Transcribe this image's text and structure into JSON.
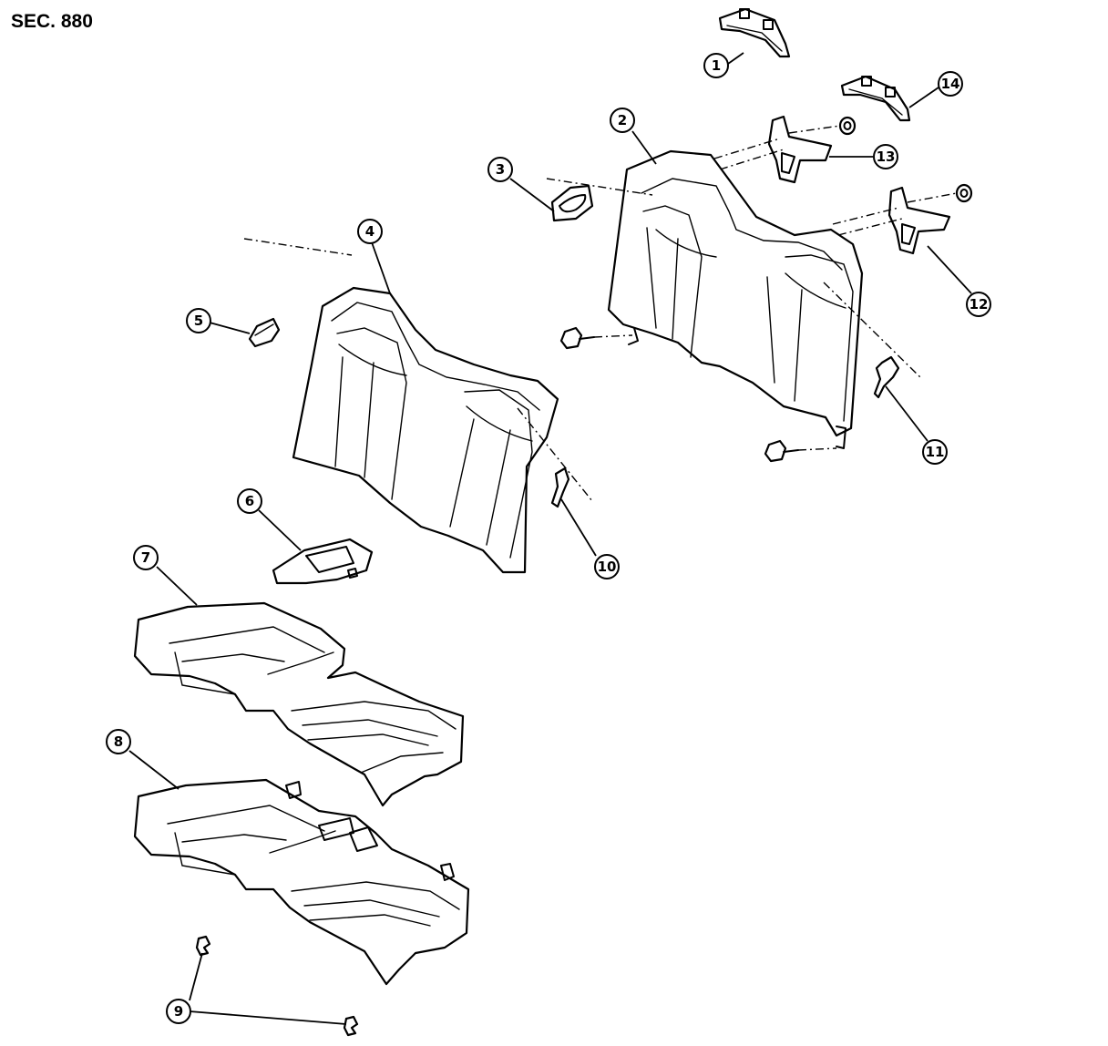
{
  "diagram": {
    "section_label": "SEC. 880",
    "callouts": [
      "1",
      "2",
      "3",
      "4",
      "5",
      "6",
      "7",
      "8",
      "9",
      "10",
      "11",
      "12",
      "13",
      "14"
    ]
  },
  "colors": {
    "line": "#000000",
    "background": "#ffffff"
  }
}
